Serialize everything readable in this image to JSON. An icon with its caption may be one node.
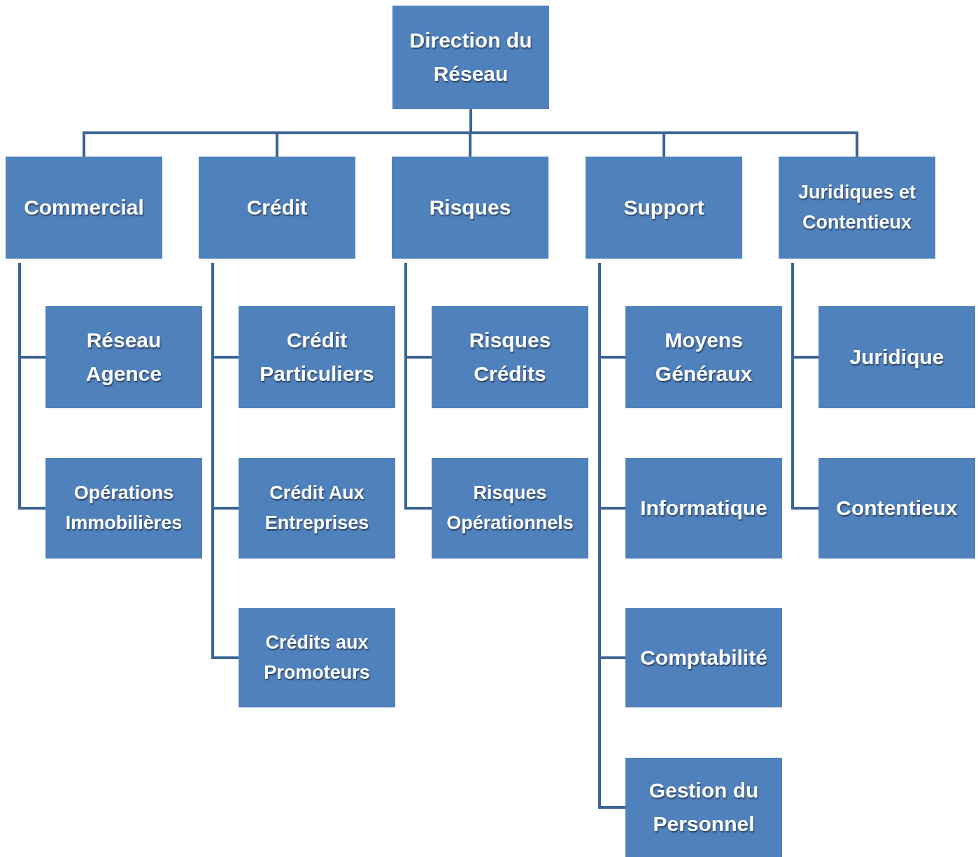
{
  "diagram": {
    "nodes": [
      {
        "text": [
          "Direction du Réseau"
        ]
      },
      {
        "text": [
          "Commercial"
        ]
      },
      {
        "text": [
          "Réseau Agence"
        ]
      },
      {
        "text": [
          "Opérations Immobilières"
        ]
      },
      {
        "text": [
          "Crédit"
        ]
      },
      {
        "text": [
          "Crédit Particuliers"
        ]
      },
      {
        "text": [
          "Crédit Aux Entreprises"
        ]
      },
      {
        "text": [
          "Crédits aux Promoteurs"
        ]
      },
      {
        "text": [
          "Risques"
        ]
      },
      {
        "text": [
          "Risques Crédits"
        ]
      },
      {
        "text": [
          "Risques Opérationnels"
        ]
      },
      {
        "text": [
          "Support"
        ]
      },
      {
        "text": [
          "Moyens Généraux"
        ]
      },
      {
        "text": [
          "Informatique"
        ]
      },
      {
        "text": [
          "Comptabilité"
        ]
      },
      {
        "text": [
          "Gestion du Personnel"
        ]
      },
      {
        "text": [
          "Juridiques et Contentieux"
        ]
      },
      {
        "text": [
          "Juridique"
        ]
      },
      {
        "text": [
          "Contentieux"
        ]
      }
    ],
    "edges": [
      {
        "from": 0,
        "to": 1,
        "arrow": "none"
      },
      {
        "from": 0,
        "to": 4,
        "arrow": "none"
      },
      {
        "from": 0,
        "to": 8,
        "arrow": "none"
      },
      {
        "from": 0,
        "to": 11,
        "arrow": "none"
      },
      {
        "from": 0,
        "to": 16,
        "arrow": "none"
      },
      {
        "from": 1,
        "to": 2,
        "arrow": "none"
      },
      {
        "from": 1,
        "to": 3,
        "arrow": "none"
      },
      {
        "from": 4,
        "to": 5,
        "arrow": "none"
      },
      {
        "from": 4,
        "to": 6,
        "arrow": "none"
      },
      {
        "from": 4,
        "to": 7,
        "arrow": "none"
      },
      {
        "from": 8,
        "to": 9,
        "arrow": "none"
      },
      {
        "from": 8,
        "to": 10,
        "arrow": "none"
      },
      {
        "from": 11,
        "to": 12,
        "arrow": "none"
      },
      {
        "from": 11,
        "to": 13,
        "arrow": "none"
      },
      {
        "from": 11,
        "to": 14,
        "arrow": "none"
      },
      {
        "from": 11,
        "to": 15,
        "arrow": "none"
      },
      {
        "from": 16,
        "to": 17,
        "arrow": "none"
      },
      {
        "from": 16,
        "to": 18,
        "arrow": "none"
      }
    ]
  }
}
